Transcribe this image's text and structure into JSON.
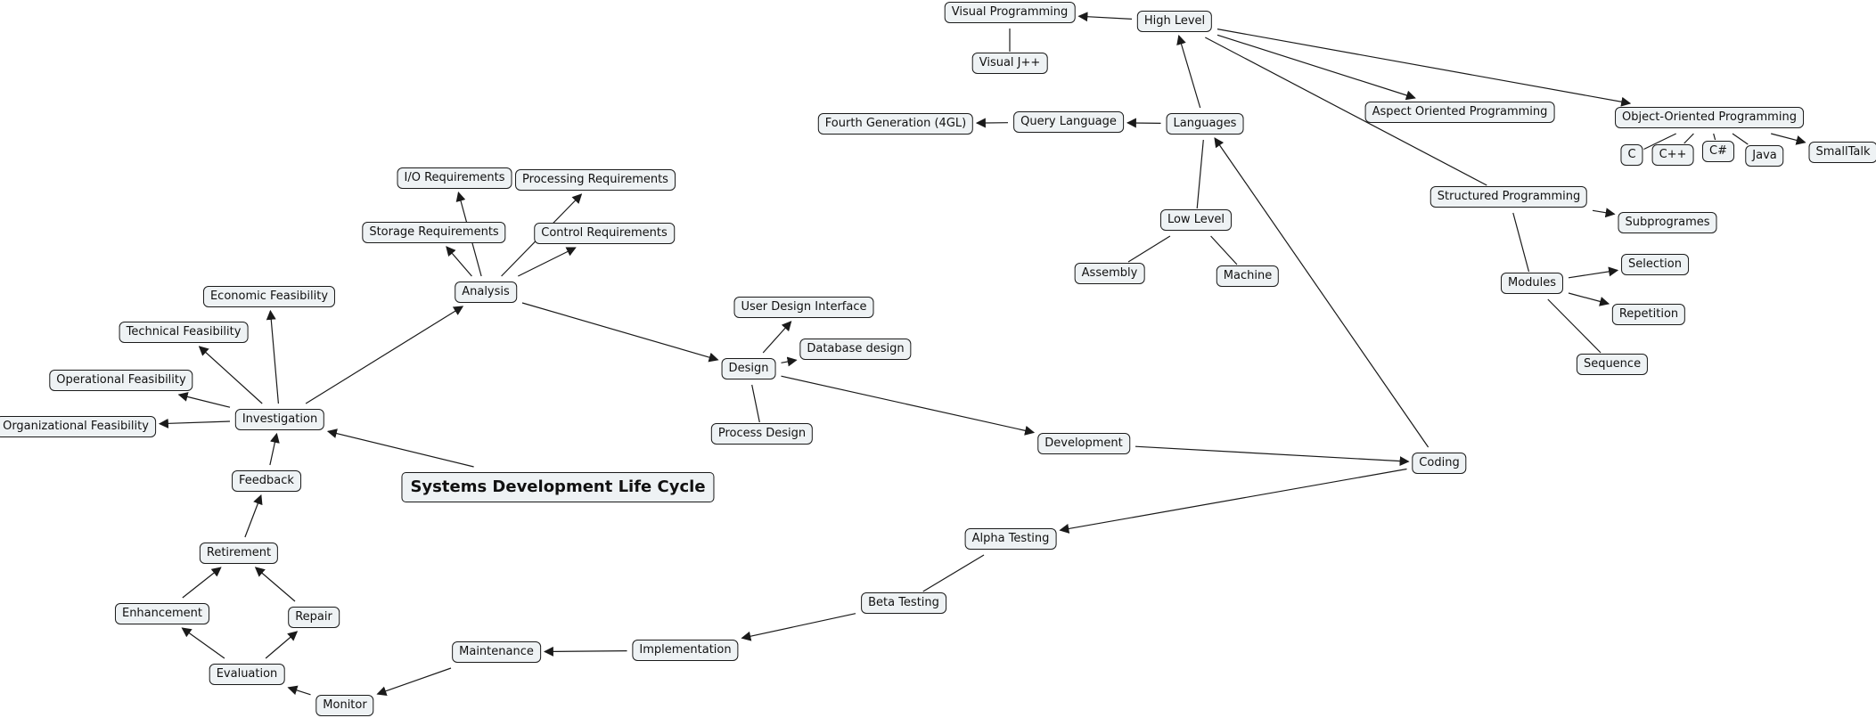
{
  "diagram": {
    "title": "Systems Development Life Cycle",
    "nodes": [
      {
        "id": "sdlc",
        "label": "Systems Development Life Cycle",
        "root": true
      },
      {
        "id": "investigation",
        "label": "Investigation"
      },
      {
        "id": "org_feas",
        "label": "Organizational Feasibility"
      },
      {
        "id": "op_feas",
        "label": "Operational Feasibility"
      },
      {
        "id": "tech_feas",
        "label": "Technical Feasibility"
      },
      {
        "id": "econ_feas",
        "label": "Economic Feasibility"
      },
      {
        "id": "analysis",
        "label": "Analysis"
      },
      {
        "id": "storage_req",
        "label": "Storage Requirements"
      },
      {
        "id": "io_req",
        "label": "I/O Requirements"
      },
      {
        "id": "proc_req",
        "label": "Processing Requirements"
      },
      {
        "id": "control_req",
        "label": "Control Requirements"
      },
      {
        "id": "design",
        "label": "Design"
      },
      {
        "id": "ui_design",
        "label": "User Design Interface"
      },
      {
        "id": "db_design",
        "label": "Database design"
      },
      {
        "id": "process_design",
        "label": "Process Design"
      },
      {
        "id": "development",
        "label": "Development"
      },
      {
        "id": "coding",
        "label": "Coding"
      },
      {
        "id": "languages",
        "label": "Languages"
      },
      {
        "id": "high_level",
        "label": "High Level"
      },
      {
        "id": "visual_prog",
        "label": "Visual Programming"
      },
      {
        "id": "visual_jpp",
        "label": "Visual J++"
      },
      {
        "id": "query_lang",
        "label": "Query Language"
      },
      {
        "id": "fourth_gen",
        "label": "Fourth Generation (4GL)"
      },
      {
        "id": "low_level",
        "label": "Low Level"
      },
      {
        "id": "assembly",
        "label": "Assembly"
      },
      {
        "id": "machine",
        "label": "Machine"
      },
      {
        "id": "aop",
        "label": "Aspect Oriented Programming"
      },
      {
        "id": "oop",
        "label": "Object-Oriented Programming"
      },
      {
        "id": "lang_c",
        "label": "C"
      },
      {
        "id": "lang_cpp",
        "label": "C++"
      },
      {
        "id": "lang_cs",
        "label": "C#"
      },
      {
        "id": "lang_java",
        "label": "Java"
      },
      {
        "id": "lang_smalltalk",
        "label": "SmallTalk"
      },
      {
        "id": "structured",
        "label": "Structured Programming"
      },
      {
        "id": "subprogrames",
        "label": "Subprogrames"
      },
      {
        "id": "modules",
        "label": "Modules"
      },
      {
        "id": "selection",
        "label": "Selection"
      },
      {
        "id": "repetition",
        "label": "Repetition"
      },
      {
        "id": "sequence",
        "label": "Sequence"
      },
      {
        "id": "alpha",
        "label": "Alpha Testing"
      },
      {
        "id": "beta",
        "label": "Beta Testing"
      },
      {
        "id": "implementation",
        "label": "Implementation"
      },
      {
        "id": "maintenance",
        "label": "Maintenance"
      },
      {
        "id": "monitor",
        "label": "Monitor"
      },
      {
        "id": "evaluation",
        "label": "Evaluation"
      },
      {
        "id": "enhancement",
        "label": "Enhancement"
      },
      {
        "id": "repair",
        "label": "Repair"
      },
      {
        "id": "retirement",
        "label": "Retirement"
      },
      {
        "id": "feedback",
        "label": "Feedback"
      }
    ],
    "edges": [
      {
        "from": "sdlc",
        "to": "investigation",
        "arrow": true
      },
      {
        "from": "investigation",
        "to": "org_feas",
        "arrow": true
      },
      {
        "from": "investigation",
        "to": "op_feas",
        "arrow": true
      },
      {
        "from": "investigation",
        "to": "tech_feas",
        "arrow": true
      },
      {
        "from": "investigation",
        "to": "econ_feas",
        "arrow": true
      },
      {
        "from": "investigation",
        "to": "analysis",
        "arrow": true
      },
      {
        "from": "analysis",
        "to": "storage_req",
        "arrow": true
      },
      {
        "from": "analysis",
        "to": "io_req",
        "arrow": true
      },
      {
        "from": "analysis",
        "to": "proc_req",
        "arrow": true
      },
      {
        "from": "analysis",
        "to": "control_req",
        "arrow": true
      },
      {
        "from": "analysis",
        "to": "design",
        "arrow": true
      },
      {
        "from": "design",
        "to": "ui_design",
        "arrow": true
      },
      {
        "from": "design",
        "to": "db_design",
        "arrow": true
      },
      {
        "from": "design",
        "to": "process_design",
        "arrow": false
      },
      {
        "from": "design",
        "to": "development",
        "arrow": true
      },
      {
        "from": "development",
        "to": "coding",
        "arrow": true
      },
      {
        "from": "coding",
        "to": "languages",
        "arrow": true
      },
      {
        "from": "languages",
        "to": "high_level",
        "arrow": true
      },
      {
        "from": "languages",
        "to": "query_lang",
        "arrow": true
      },
      {
        "from": "languages",
        "to": "low_level",
        "arrow": false
      },
      {
        "from": "query_lang",
        "to": "fourth_gen",
        "arrow": true
      },
      {
        "from": "high_level",
        "to": "visual_prog",
        "arrow": true
      },
      {
        "from": "visual_prog",
        "to": "visual_jpp",
        "arrow": false
      },
      {
        "from": "high_level",
        "to": "aop",
        "arrow": true
      },
      {
        "from": "high_level",
        "to": "oop",
        "arrow": true
      },
      {
        "from": "high_level",
        "to": "structured",
        "arrow": false
      },
      {
        "from": "low_level",
        "to": "assembly",
        "arrow": false
      },
      {
        "from": "low_level",
        "to": "machine",
        "arrow": false
      },
      {
        "from": "oop",
        "to": "lang_c",
        "arrow": false
      },
      {
        "from": "oop",
        "to": "lang_cpp",
        "arrow": false
      },
      {
        "from": "oop",
        "to": "lang_cs",
        "arrow": false
      },
      {
        "from": "oop",
        "to": "lang_java",
        "arrow": false
      },
      {
        "from": "oop",
        "to": "lang_smalltalk",
        "arrow": true
      },
      {
        "from": "structured",
        "to": "subprogrames",
        "arrow": true
      },
      {
        "from": "structured",
        "to": "modules",
        "arrow": false
      },
      {
        "from": "modules",
        "to": "selection",
        "arrow": true
      },
      {
        "from": "modules",
        "to": "repetition",
        "arrow": true
      },
      {
        "from": "modules",
        "to": "sequence",
        "arrow": false
      },
      {
        "from": "coding",
        "to": "alpha",
        "arrow": true
      },
      {
        "from": "alpha",
        "to": "beta",
        "arrow": false
      },
      {
        "from": "beta",
        "to": "implementation",
        "arrow": true
      },
      {
        "from": "implementation",
        "to": "maintenance",
        "arrow": true
      },
      {
        "from": "maintenance",
        "to": "monitor",
        "arrow": true
      },
      {
        "from": "monitor",
        "to": "evaluation",
        "arrow": true
      },
      {
        "from": "evaluation",
        "to": "enhancement",
        "arrow": true
      },
      {
        "from": "evaluation",
        "to": "repair",
        "arrow": true
      },
      {
        "from": "enhancement",
        "to": "retirement",
        "arrow": true
      },
      {
        "from": "repair",
        "to": "retirement",
        "arrow": true
      },
      {
        "from": "retirement",
        "to": "feedback",
        "arrow": true
      },
      {
        "from": "feedback",
        "to": "investigation",
        "arrow": true
      }
    ]
  },
  "colors": {
    "node_fill": "#eef2f4",
    "node_border": "#1a1a1a",
    "edge": "#1a1a1a"
  }
}
